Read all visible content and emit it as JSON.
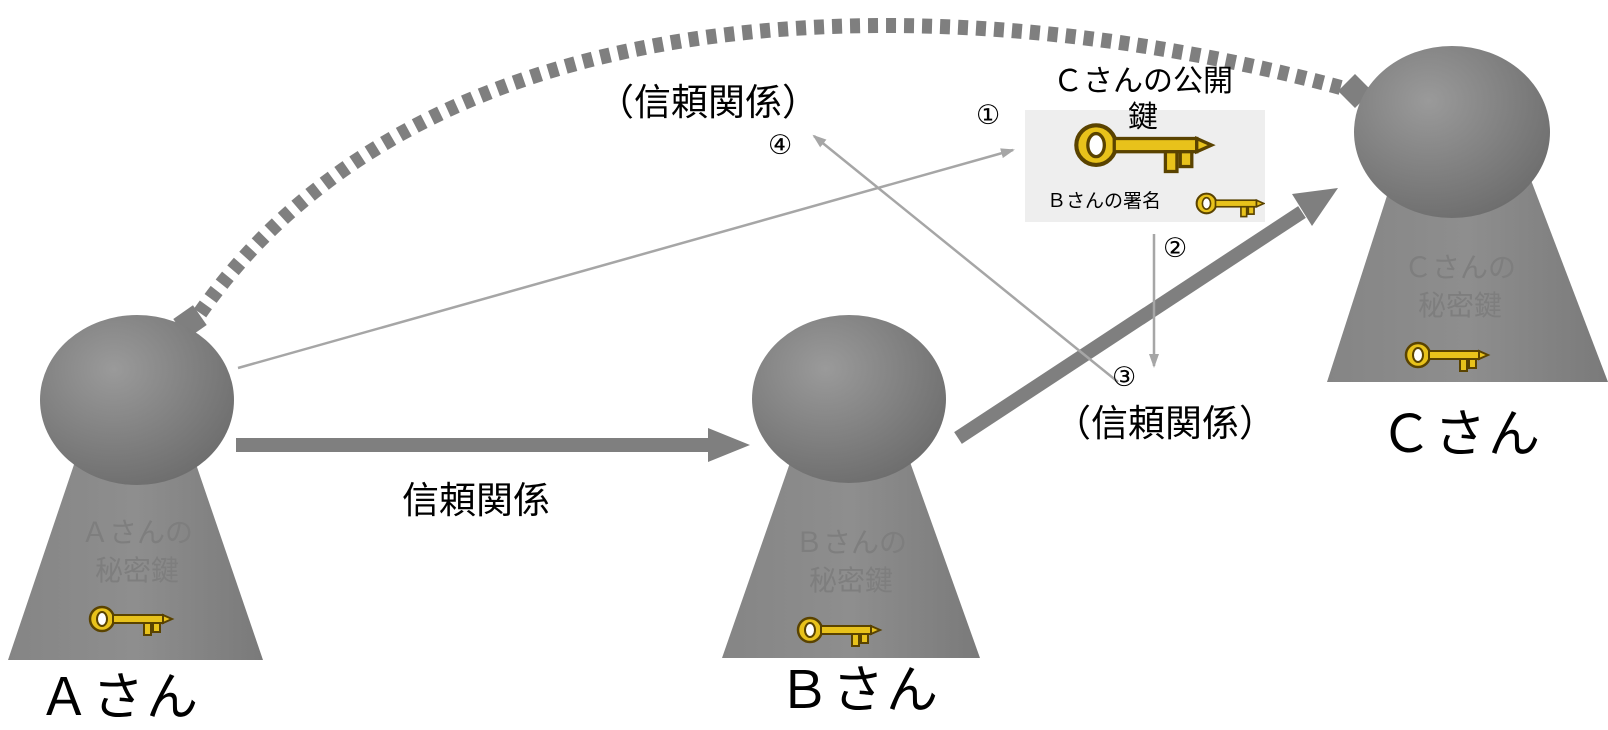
{
  "colors": {
    "figure_fill": "#808080",
    "thick_arrow": "#7f7f7f",
    "thin_arrow": "#a6a6a6",
    "inner_text": "#7e7e7e",
    "key_gold": "#e8c21b",
    "key_outline": "#5a4300",
    "card_bg": "#eeeeee"
  },
  "people": {
    "a": {
      "name": "Ａさん",
      "key_label": "Ａさんの\n秘密鍵",
      "icon": "key-icon"
    },
    "b": {
      "name": "Ｂさん",
      "key_label": "Ｂさんの\n秘密鍵",
      "icon": "key-icon"
    },
    "c": {
      "name": "Ｃさん",
      "key_label": "Ｃさんの\n秘密鍵",
      "icon": "key-icon"
    }
  },
  "relations": {
    "trust": "信頼関係",
    "implied_top": "（信頼関係）",
    "implied_bottom": "（信頼関係）"
  },
  "public_key_card": {
    "title": "Ｃさんの公開\n鍵",
    "signature": "Ｂさんの署名",
    "icon": "key-icon"
  },
  "steps": {
    "s1": "①",
    "s2": "②",
    "s3": "③",
    "s4": "④"
  }
}
